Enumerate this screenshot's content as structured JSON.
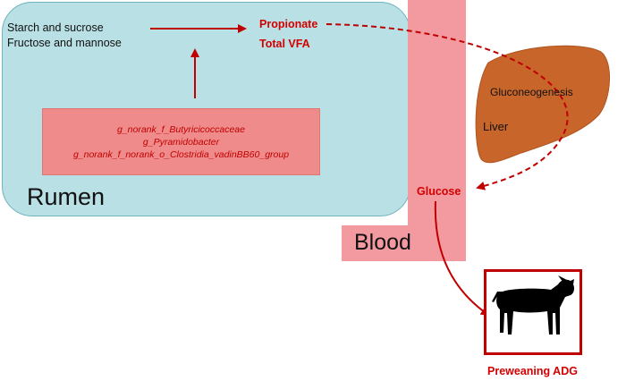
{
  "rumen": {
    "label": "Rumen",
    "substrates": [
      "Starch and sucrose",
      "Fructose and mannose"
    ],
    "products": [
      "Propionate",
      "Total VFA"
    ],
    "bacteria": [
      "g_norank_f_Butyricicoccaceae",
      "g_Pyramidobacter",
      "g_norank_f_norank_o_Clostridia_vadinBB60_group"
    ]
  },
  "liver": {
    "process": "Gluconeogenesis",
    "label": "Liver"
  },
  "blood": {
    "label": "Blood",
    "metabolite": "Glucose"
  },
  "outcome": {
    "label": "Preweaning ADG",
    "icon": "calf-icon"
  },
  "colors": {
    "rumen_fill": "#b9e0e4",
    "blood_fill": "#f29aa0",
    "microbe_box": "#f08b8b",
    "liver_fill": "#c8652a",
    "accent_red": "#d40000"
  }
}
